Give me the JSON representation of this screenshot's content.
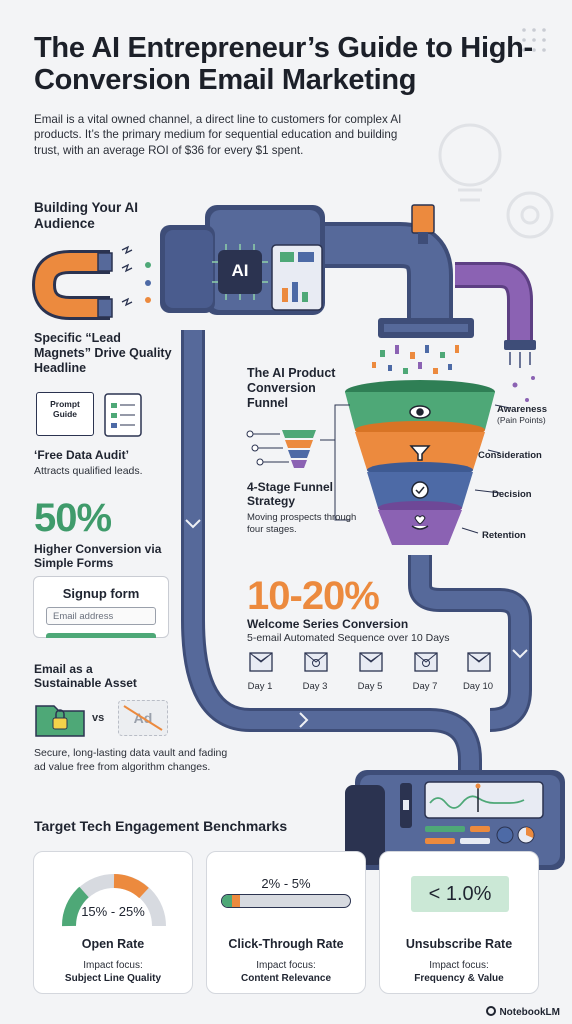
{
  "header": {
    "title": "The AI Entrepreneur’s Guide to High-Conversion Email Marketing",
    "intro": "Email is a vital owned channel, a direct line to customers for complex AI products. It’s the primary medium for sequential education and building trust, with an average ROI of $36 for every $1 spent."
  },
  "audience": {
    "heading": "Building Your AI Audience",
    "lead_heading": "Specific “Lead Magnets” Drive Quality Headline",
    "prompt_guide_label": "Prompt Guide",
    "audit_title": "‘Free Data Audit’",
    "audit_desc": "Attracts qualified leads.",
    "stat_value": "50%",
    "stat_label": "Higher Conversion via Simple Forms",
    "signup_title": "Signup form",
    "signup_placeholder": "Email address"
  },
  "asset": {
    "heading": "Email as a Sustainable Asset",
    "vs_label": "vs",
    "ad_label": "Ad",
    "desc": "Secure, long-lasting data vault and fading ad value free from algorithm changes."
  },
  "machine": {
    "ai_label": "AI"
  },
  "funnel": {
    "heading": "The AI Product Conversion Funnel",
    "strategy_title": "4-Stage Funnel Strategy",
    "strategy_desc": "Moving prospects through four stages.",
    "stages": [
      {
        "label": "Awareness",
        "sub": "(Pain Points)",
        "color": "#4ea877"
      },
      {
        "label": "Consideration",
        "sub": "",
        "color": "#ec8a3e"
      },
      {
        "label": "Decision",
        "sub": "",
        "color": "#4d6aa6"
      },
      {
        "label": "Retention",
        "sub": "",
        "color": "#8b62b3"
      }
    ]
  },
  "welcome": {
    "stat_value": "10-20%",
    "title": "Welcome Series Conversion",
    "desc": "5-email Automated Sequence over 10 Days",
    "days": [
      "Day 1",
      "Day 3",
      "Day 5",
      "Day 7",
      "Day 10"
    ]
  },
  "benchmarks": {
    "heading": "Target Tech Engagement Benchmarks",
    "cards": [
      {
        "value": "15% - 25%",
        "label": "Open Rate",
        "focus_prefix": "Impact focus:",
        "focus": "Subject Line Quality"
      },
      {
        "value": "2% - 5%",
        "label": "Click-Through Rate",
        "focus_prefix": "Impact focus:",
        "focus": "Content Relevance"
      },
      {
        "value": "< 1.0%",
        "label": "Unsubscribe Rate",
        "focus_prefix": "Impact focus:",
        "focus": "Frequency & Value"
      }
    ]
  },
  "footer": {
    "brand": "NotebookLM"
  },
  "colors": {
    "pipe": "#56699a",
    "pipe_dark": "#3e4d78",
    "green": "#4ea877",
    "orange": "#ec8a3e",
    "purple": "#8b62b3"
  }
}
